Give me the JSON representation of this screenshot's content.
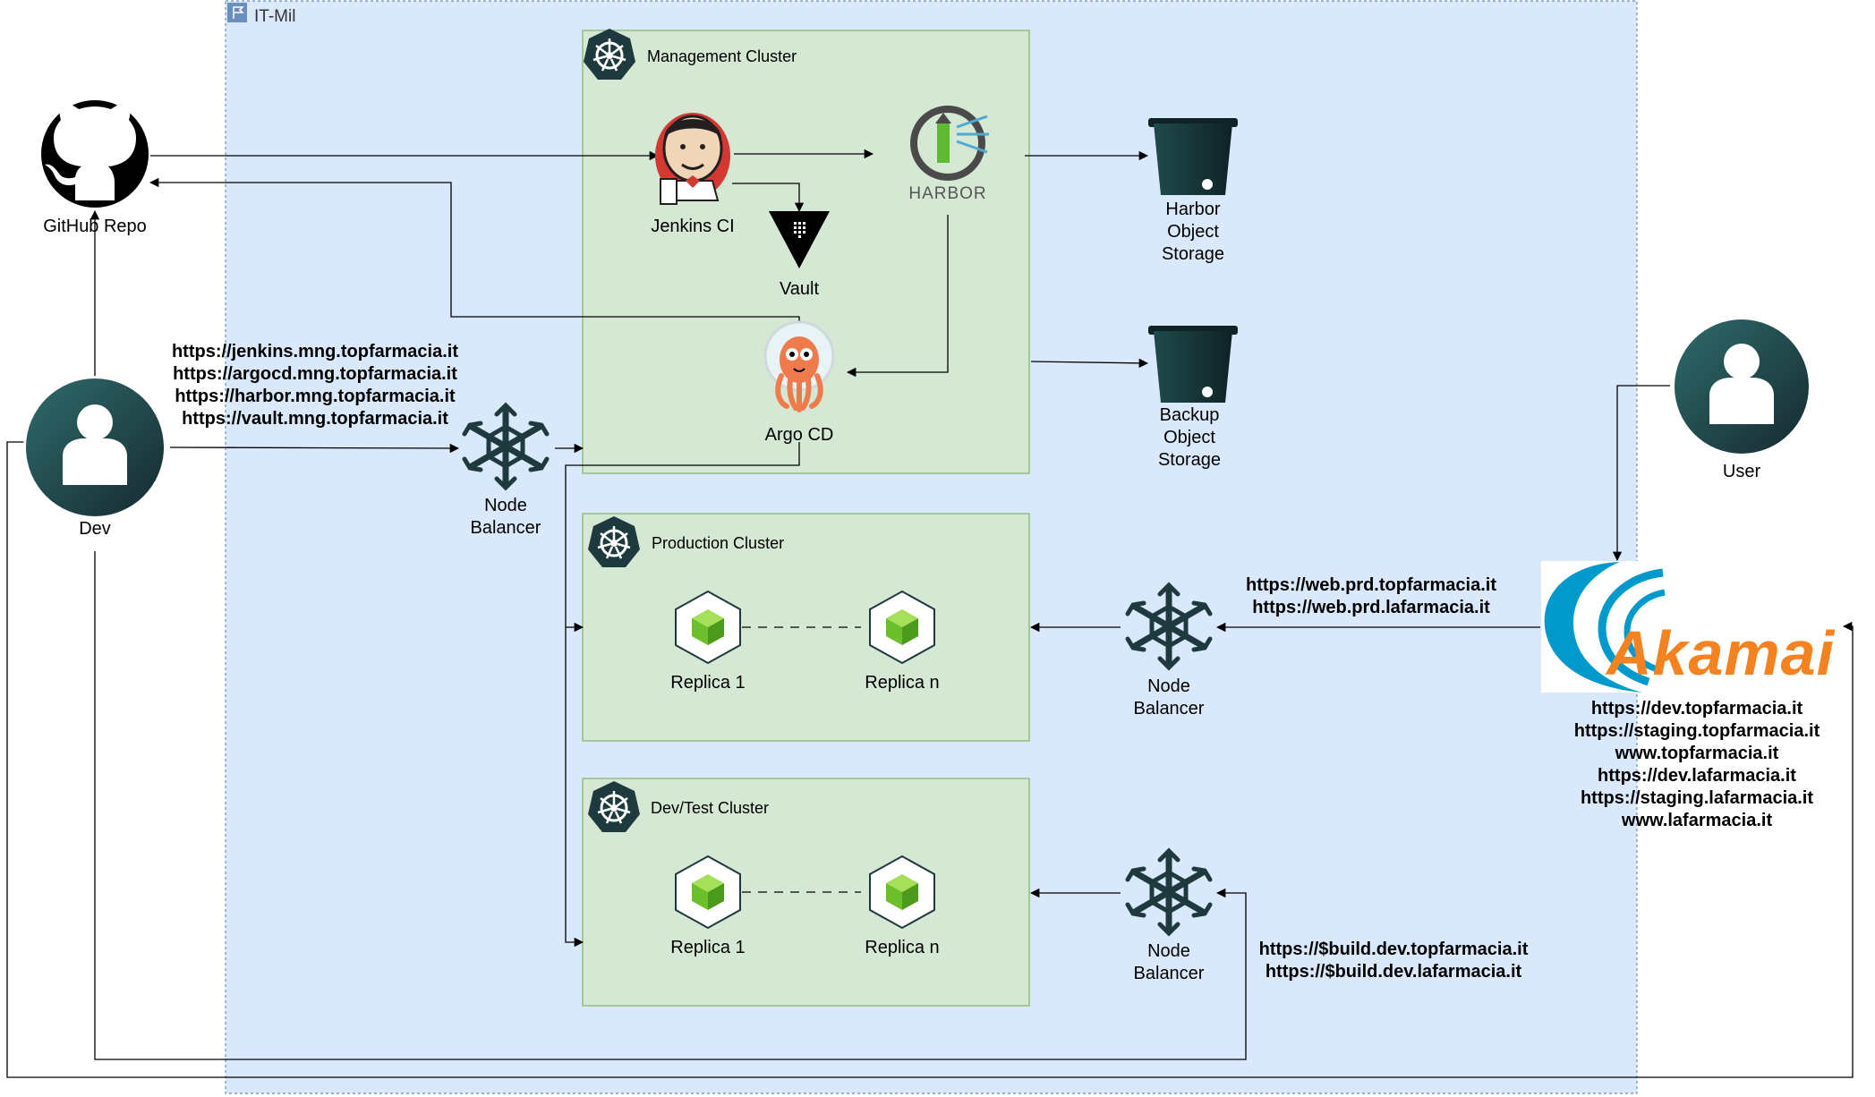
{
  "group": {
    "label": "IT-Mil"
  },
  "clusters": {
    "management": {
      "title": "Management Cluster"
    },
    "production": {
      "title": "Production Cluster"
    },
    "devtest": {
      "title": "Dev/Test Cluster"
    }
  },
  "nodes": {
    "github": "GitHub Repo",
    "jenkins": "Jenkins CI",
    "vault": "Vault",
    "harbor_logo": "HARBOR",
    "argocd": "Argo CD",
    "harbor_storage": [
      "Harbor",
      "Object",
      "Storage"
    ],
    "backup_storage": [
      "Backup",
      "Object",
      "Storage"
    ],
    "dev": "Dev",
    "user": "User",
    "node_balancer": [
      "Node",
      "Balancer"
    ],
    "replica_1": "Replica 1",
    "replica_n": "Replica n",
    "akamai": "Akamai"
  },
  "urls": {
    "management": [
      "https://jenkins.mng.topfarmacia.it",
      "https://argocd.mng.topfarmacia.it",
      "https://harbor.mng.topfarmacia.it",
      "https://vault.mng.topfarmacia.it"
    ],
    "production": [
      "https://web.prd.topfarmacia.it",
      "https://web.prd.lafarmacia.it"
    ],
    "build": [
      "https://$build.dev.topfarmacia.it",
      "https://$build.dev.lafarmacia.it"
    ],
    "akamai": [
      "https://dev.topfarmacia.it",
      "https://staging.topfarmacia.it",
      "www.topfarmacia.it",
      "https://dev.lafarmacia.it",
      "https://staging.lafarmacia.it",
      "www.lafarmacia.it"
    ]
  },
  "colors": {
    "group_fill": "#dae8fc",
    "cluster_fill": "#d5e8d4",
    "cluster_border": "#82b366",
    "icon_dark": "#1e3a3e",
    "akamai_orange": "#f58220",
    "akamai_blue": "#0099cc"
  }
}
